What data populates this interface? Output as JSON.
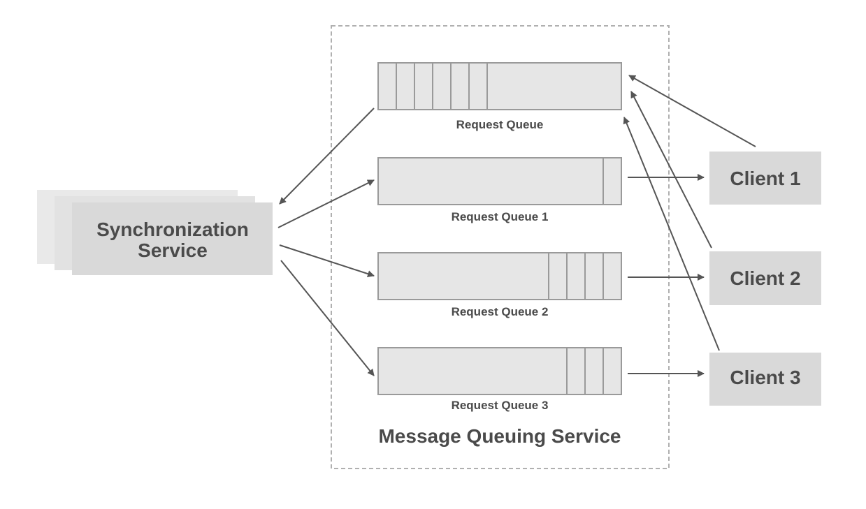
{
  "sync_service": {
    "label_line1": "Synchronization",
    "label_line2": "Service"
  },
  "mq_service": {
    "label": "Message Queuing Service"
  },
  "queues": {
    "main": {
      "label": "Request Queue",
      "message_count": 6
    },
    "q1": {
      "label": "Request Queue 1",
      "message_count": 1
    },
    "q2": {
      "label": "Request Queue 2",
      "message_count": 4
    },
    "q3": {
      "label": "Request Queue 3",
      "message_count": 3
    }
  },
  "clients": {
    "c1": {
      "label": "Client 1"
    },
    "c2": {
      "label": "Client 2"
    },
    "c3": {
      "label": "Client 3"
    }
  },
  "colors": {
    "box_fill": "#d9d9d9",
    "shadow_fill": "#e9e9e9",
    "shadow_fill_2": "#e2e2e2",
    "queue_fill": "#e6e6e6",
    "queue_stroke": "#9a9a9a",
    "text": "#4a4a4a",
    "arrow": "#555555",
    "dashed_border": "#b0b0b0"
  }
}
